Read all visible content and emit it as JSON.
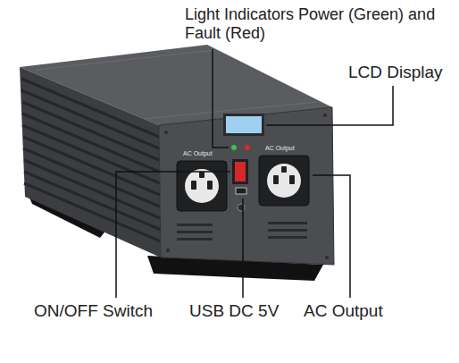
{
  "diagram": {
    "labels": [
      "Light Indicators Power (Green) and Fault (Red)",
      "LCD Display",
      "ON/OFF Switch",
      "USB DC 5V",
      "AC Output",
      "AC Output",
      "AC Output"
    ]
  }
}
